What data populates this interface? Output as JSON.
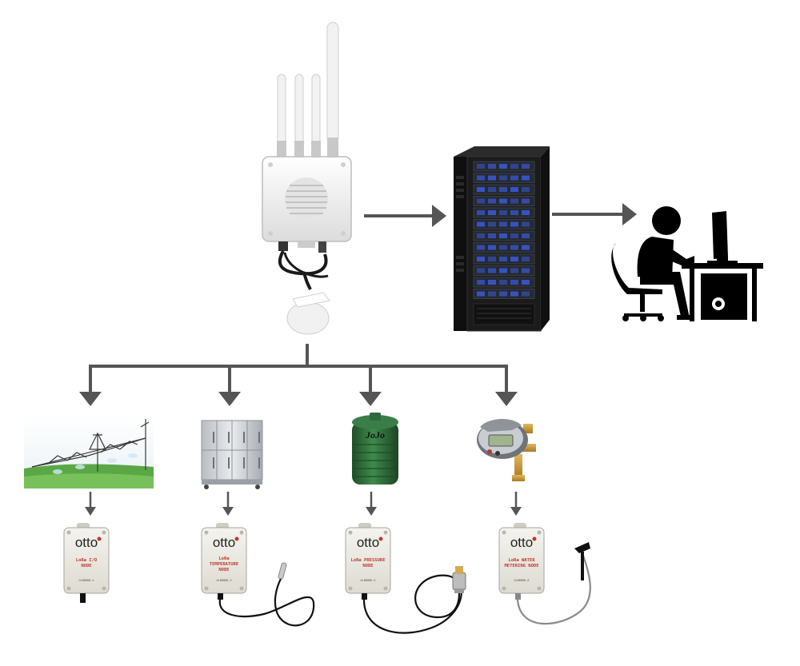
{
  "tank_brand": "JoJo",
  "nodes": [
    {
      "brand": "otto",
      "label_line1": "LoRa I/O",
      "label_line2": "NODE",
      "serial": "OLB8888-4"
    },
    {
      "brand": "otto",
      "label_line1": "LoRa",
      "label_line2": "TEMPERATURE",
      "label_line3": "NODE",
      "serial": "OLB8888-3"
    },
    {
      "brand": "otto",
      "label_line1": "LoRa PRESSURE",
      "label_line2": "NODE",
      "serial": "OLB8888-5"
    },
    {
      "brand": "otto",
      "label_line1": "LoRa WATER",
      "label_line2": "METERING NODE",
      "serial": "OLB8888-6"
    }
  ],
  "colors": {
    "arrow": "#555555",
    "node_text": "#c0392b",
    "tank": "#2e6b3a",
    "grass": "#5aa845",
    "rack": "#1b1b1b",
    "rack_led": "#3a5bd9"
  },
  "icons": [
    "gateway-icon",
    "server-rack-icon",
    "operator-workstation-icon",
    "center-pivot-irrigation-icon",
    "refrigerator-icon",
    "water-tank-icon",
    "water-meter-icon",
    "sensor-node-icon"
  ]
}
